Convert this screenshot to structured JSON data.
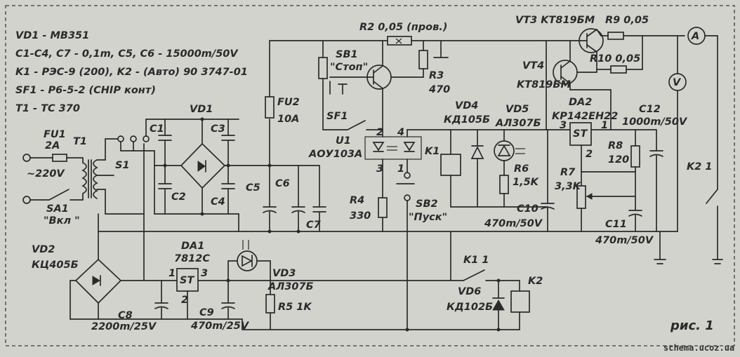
{
  "notes": [
    "VD1 - MB351",
    "C1-C4, C7 - 0,1m, C5, C6 - 15000m/50V",
    "K1 - РЭС-9 (200), K2 - (Авто) 90 3747-01",
    "SF1 - P6-5-2 (CHIP конт)",
    "T1 - TC 370"
  ],
  "labels": {
    "fu1": "FU1",
    "fu1_val": "2A",
    "t1": "T1",
    "s1": "S1",
    "mains": "~220V",
    "sa1": "SA1",
    "sa1_val": "\"Вкл \"",
    "vd1": "VD1",
    "c1": "C1",
    "c2": "C2",
    "c3": "C3",
    "c4": "C4",
    "c5": "C5",
    "c6": "C6",
    "c7": "C7",
    "fu2": "FU2",
    "fu2_val": "10A",
    "r2": "R2 0,05 (пров.)",
    "sb1": "SB1",
    "sb1_val": "\"Стоп\"",
    "r3": "R3",
    "r3_val": "470",
    "sf1": "SF1",
    "u1": "U1",
    "u1_val": "АОУ103А",
    "pin2": "2",
    "pin4": "4",
    "pin3": "3",
    "pin1": "1",
    "sb2": "SB2",
    "sb2_val": "\"Пуск\"",
    "r4": "R4",
    "r4_val": "330",
    "k1": "K1",
    "vd4": "VD4",
    "vd4_val": "КД105Б",
    "vd5": "VD5",
    "vd5_val": "АЛ307Б",
    "r6": "R6",
    "r6_val": "1,5K",
    "c10": "C10",
    "c10_val": "470m/50V",
    "vt3": "VT3 KT819БМ",
    "r9": "R9 0,05",
    "r10": "R10 0,05",
    "vt4": "VT4",
    "vt4_val": "KT819БМ",
    "da2": "DA2",
    "da2_val": "KP142EH22",
    "st": "ST",
    "da2_p3": "3",
    "da2_p1": "1",
    "da2_p2": "2",
    "c12": "C12",
    "c12_val": "1000m/50V",
    "r8": "R8",
    "r8_val": "120",
    "r7": "R7",
    "r7_val": "3,3K",
    "c11": "C11",
    "c11_val": "470m/50V",
    "k2_1": "K2 1",
    "meter_a": "A",
    "meter_v": "V",
    "vd2": "VD2",
    "vd2_val": "КЦ405Б",
    "c8": "C8",
    "c8_val": "2200m/25V",
    "da1": "DA1",
    "da1_val": "7812C",
    "da1_p1": "1",
    "da1_p3": "3",
    "da1_p2": "2",
    "c9": "C9",
    "c9_val": "470m/25V",
    "vd3": "VD3",
    "vd3_val": "АЛ307Б",
    "r5": "R5 1K",
    "k1_1": "K1 1",
    "vd6": "VD6",
    "vd6_val": "КД102Б",
    "k2": "K2",
    "fig": "рис. 1",
    "watermark": "schema.ucoz.ua"
  }
}
